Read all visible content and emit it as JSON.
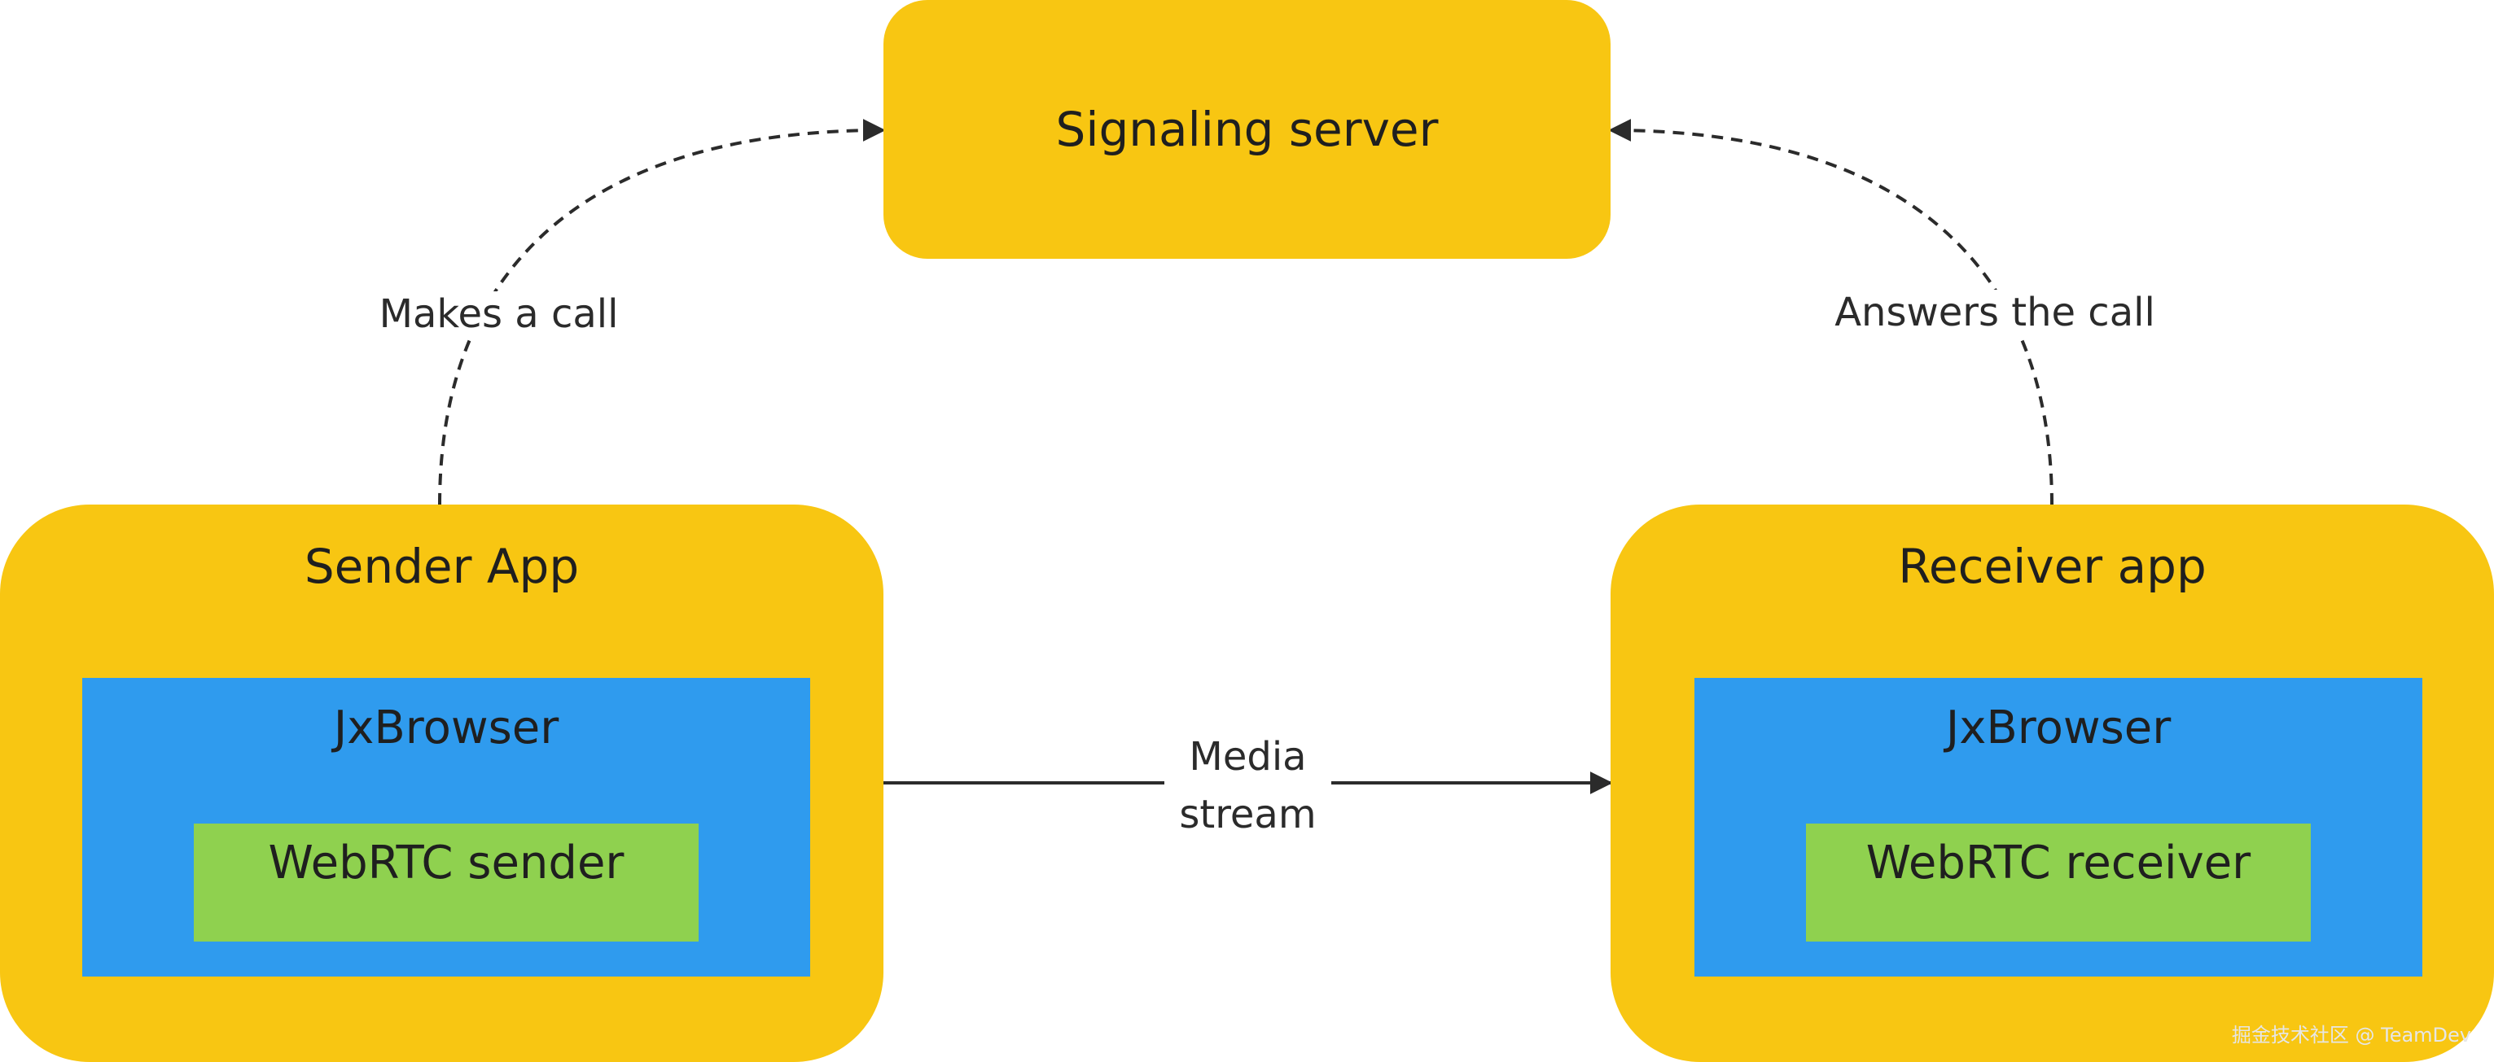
{
  "nodes": {
    "signaling_server": {
      "label": "Signaling server"
    },
    "sender_app": {
      "label": "Sender App",
      "browser_label": "JxBrowser",
      "webrtc_label": "WebRTC sender"
    },
    "receiver_app": {
      "label": "Receiver app",
      "browser_label": "JxBrowser",
      "webrtc_label": "WebRTC receiver"
    }
  },
  "edges": {
    "sender_to_server": {
      "label": "Makes a call"
    },
    "receiver_to_server": {
      "label": "Answers the call"
    },
    "media_stream": {
      "label_line1": "Media",
      "label_line2": "stream"
    }
  },
  "colors": {
    "container": "#F8C612",
    "browser": "#2F9BEE",
    "webrtc": "#8FD14F",
    "connector": "#2b2b2b"
  },
  "watermark": "掘金技术社区 @ TeamDev"
}
